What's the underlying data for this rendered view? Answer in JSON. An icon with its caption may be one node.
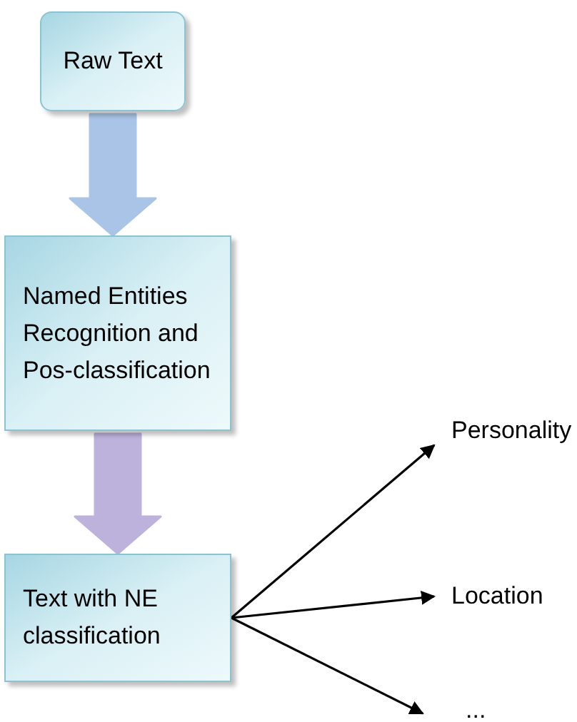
{
  "diagram": {
    "nodes": [
      {
        "text": [
          "Raw Text"
        ]
      },
      {
        "text": [
          "Named Entities Recognition and Pos-classification"
        ]
      },
      {
        "text": [
          "Text with NE classification"
        ]
      },
      {
        "text": [
          "Personality"
        ]
      },
      {
        "text": [
          "Location"
        ]
      },
      {
        "text": [
          "..."
        ]
      }
    ],
    "edges": [
      {
        "from": 0,
        "to": 1,
        "arrow": "to",
        "style": "thick",
        "color": "#a9c4e6"
      },
      {
        "from": 1,
        "to": 2,
        "arrow": "to",
        "style": "thick",
        "color": "#bcb2dc"
      },
      {
        "from": 2,
        "to": 3,
        "arrow": "to"
      },
      {
        "from": 2,
        "to": 4,
        "arrow": "to"
      },
      {
        "from": 2,
        "to": 5,
        "arrow": "to"
      }
    ]
  }
}
